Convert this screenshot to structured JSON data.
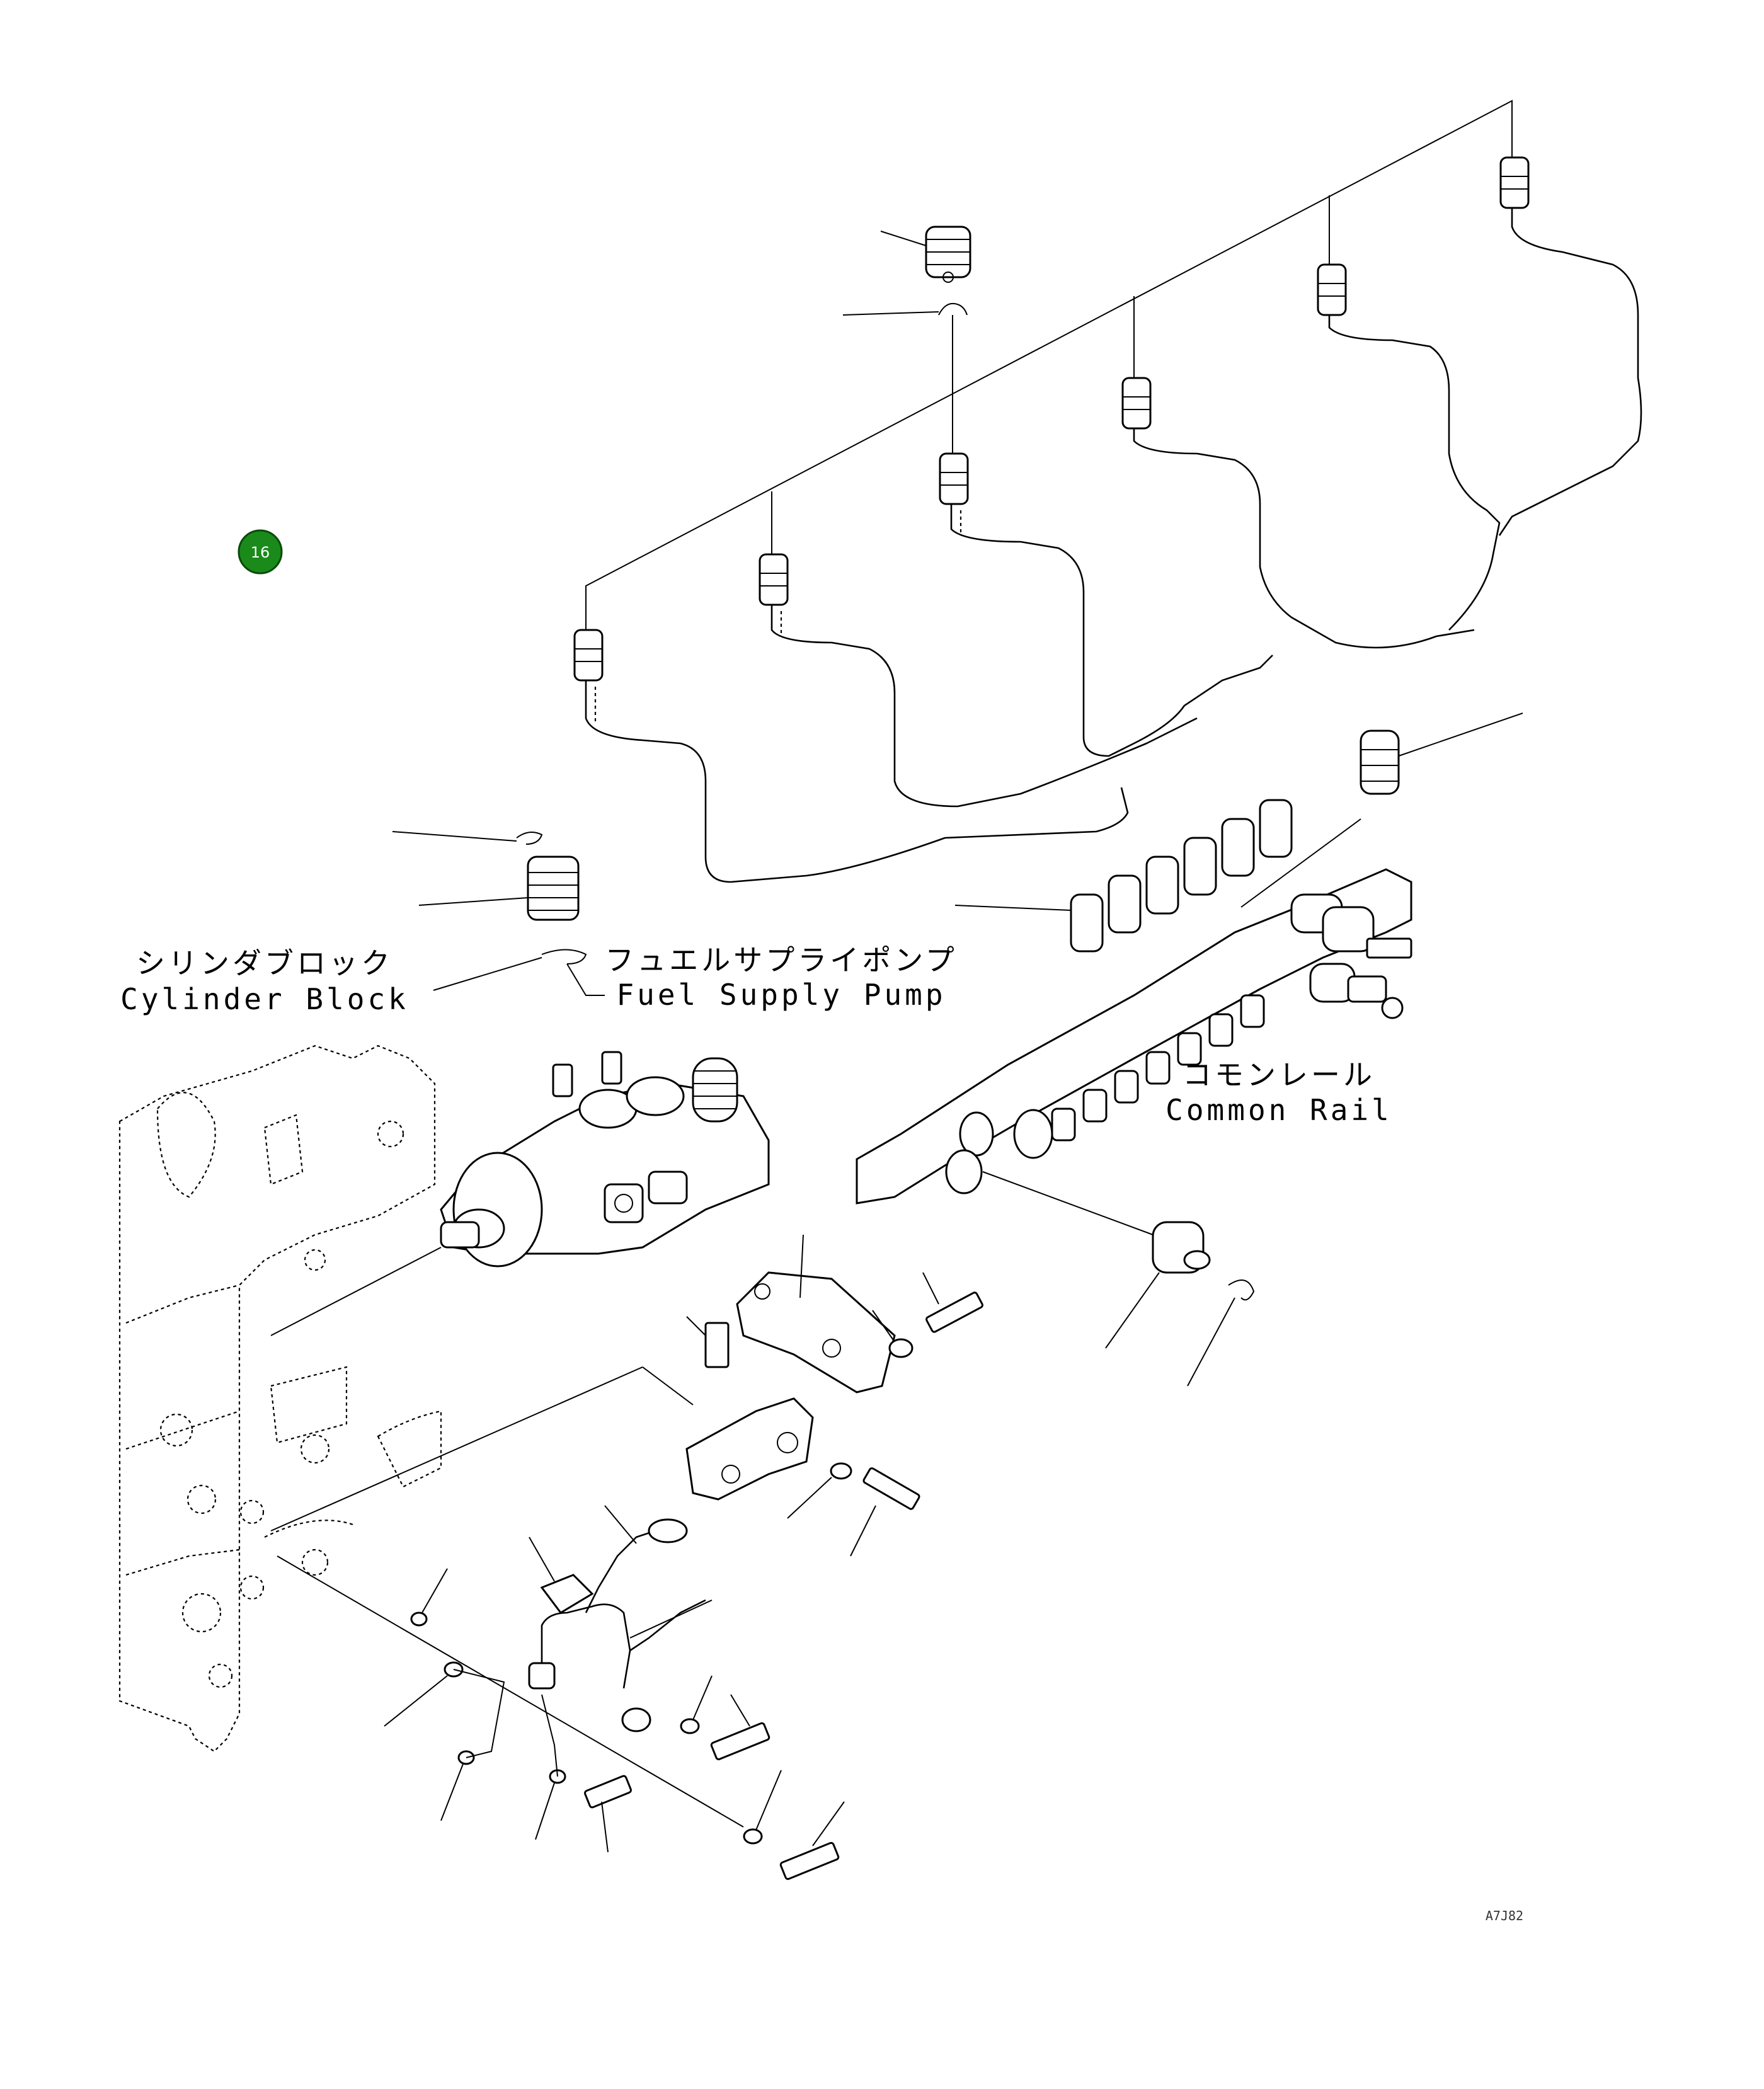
{
  "callout": {
    "number": "16",
    "color": "#1a8a1a"
  },
  "labels": {
    "cylinder_block_jp": "シリンダブロック",
    "cylinder_block_en": "Cylinder Block",
    "fuel_pump_jp": "フュエルサプライポンプ",
    "fuel_pump_en": "Fuel Supply Pump",
    "common_rail_jp": "コモンレール",
    "common_rail_en": "Common Rail"
  },
  "drawing_code": "A7J82"
}
